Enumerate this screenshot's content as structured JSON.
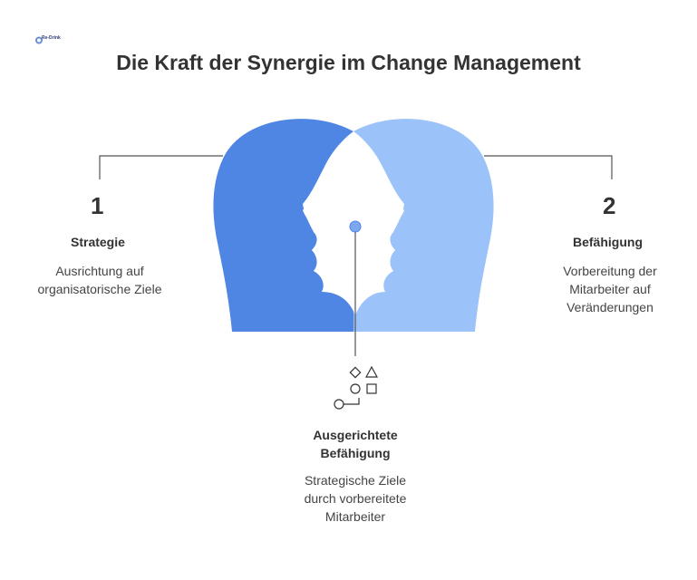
{
  "title": "Die Kraft der Synergie im Change Management",
  "logo_text": "Re-Drink",
  "left": {
    "number": "1",
    "heading": "Strategie",
    "desc_lines": [
      "Ausrichtung auf",
      "organisatorische Ziele"
    ]
  },
  "right": {
    "number": "2",
    "heading": "Befähigung",
    "desc_lines": [
      "Vorbereitung der",
      "Mitarbeiter auf",
      "Veränderungen"
    ]
  },
  "bottom": {
    "heading_lines": [
      "Ausgerichtete",
      "Befähigung"
    ],
    "desc_lines": [
      "Strategische Ziele",
      "durch vorbereitete",
      "Mitarbeiter"
    ]
  },
  "colors": {
    "left_head": "#4F86E4",
    "right_head": "#9CC2FA",
    "line": "#555555"
  },
  "icons": [
    "diamond-icon",
    "triangle-icon",
    "circle-icon",
    "square-icon",
    "key-icon"
  ]
}
